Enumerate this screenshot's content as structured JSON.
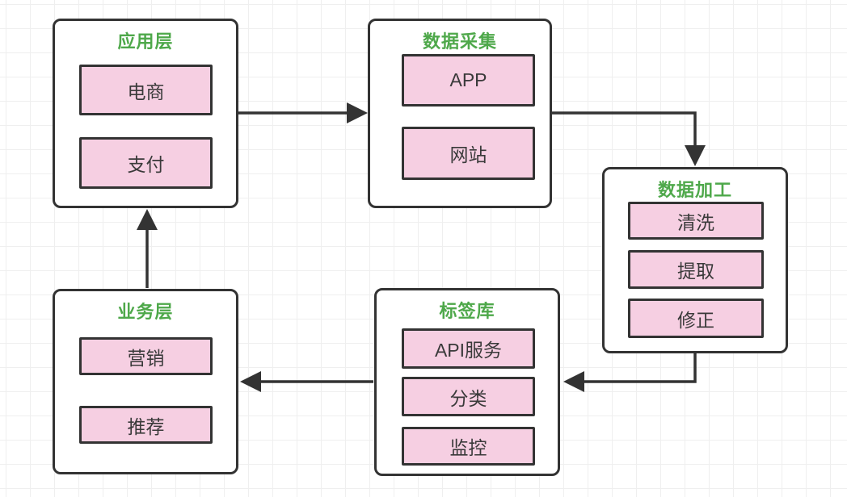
{
  "diagram": {
    "groups": [
      {
        "id": "app",
        "title": "应用层",
        "items": [
          "电商",
          "支付"
        ]
      },
      {
        "id": "collect",
        "title": "数据采集",
        "items": [
          "APP",
          "网站"
        ]
      },
      {
        "id": "process",
        "title": "数据加工",
        "items": [
          "清洗",
          "提取",
          "修正"
        ]
      },
      {
        "id": "tags",
        "title": "标签库",
        "items": [
          "API服务",
          "分类",
          "监控"
        ]
      },
      {
        "id": "business",
        "title": "业务层",
        "items": [
          "营销",
          "推荐"
        ]
      }
    ],
    "connections": [
      {
        "from": "应用层",
        "to": "数据采集"
      },
      {
        "from": "数据采集",
        "to": "数据加工"
      },
      {
        "from": "数据加工",
        "to": "标签库"
      },
      {
        "from": "标签库",
        "to": "业务层"
      },
      {
        "from": "业务层",
        "to": "应用层"
      }
    ],
    "colors": {
      "title_green": "#4ea84a",
      "node_pink": "#f6cfe2",
      "line_dark": "#333333",
      "grid_line": "#efefef",
      "background": "#ffffff"
    }
  }
}
